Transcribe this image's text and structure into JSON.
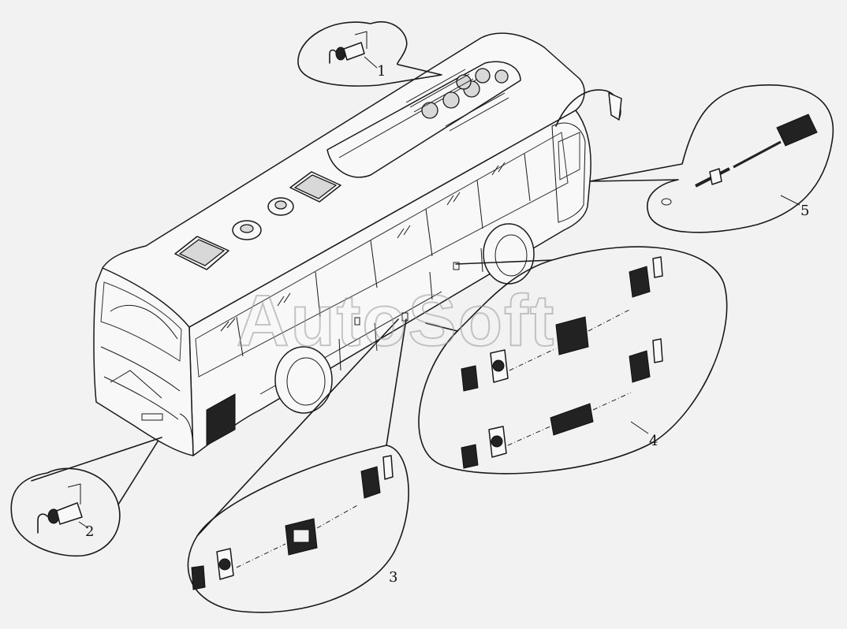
{
  "callouts": {
    "c1": "1",
    "c2": "2",
    "c3": "3",
    "c4": "4",
    "c5": "5"
  },
  "watermark": "AutoSoft"
}
